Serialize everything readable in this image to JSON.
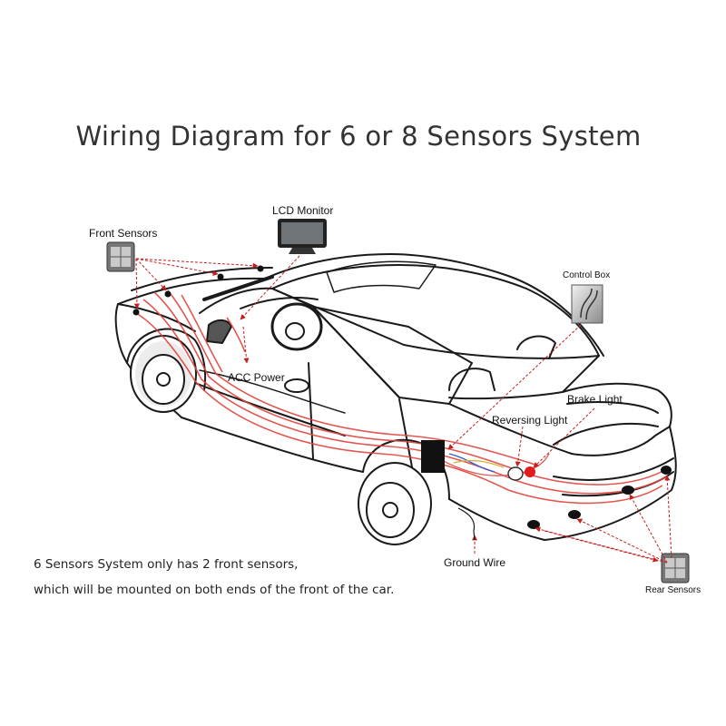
{
  "title": "Wiring Diagram for 6 or 8 Sensors System",
  "labels": {
    "front_sensors": "Front Sensors",
    "lcd_monitor": "LCD Monitor",
    "control_box": "Control Box",
    "acc_power": "ACC Power",
    "brake_light": "Brake Light",
    "reversing_light": "Reversing Light",
    "ground_wire": "Ground Wire",
    "rear_sensors": "Rear Sensors"
  },
  "note": {
    "line1": "6 Sensors System only has 2 front sensors,",
    "line2": "which will be mounted on both ends of the front of the car."
  },
  "colors": {
    "wire": "#e0433c",
    "arrow": "#c41e1e",
    "outline": "#1a1a1a"
  }
}
